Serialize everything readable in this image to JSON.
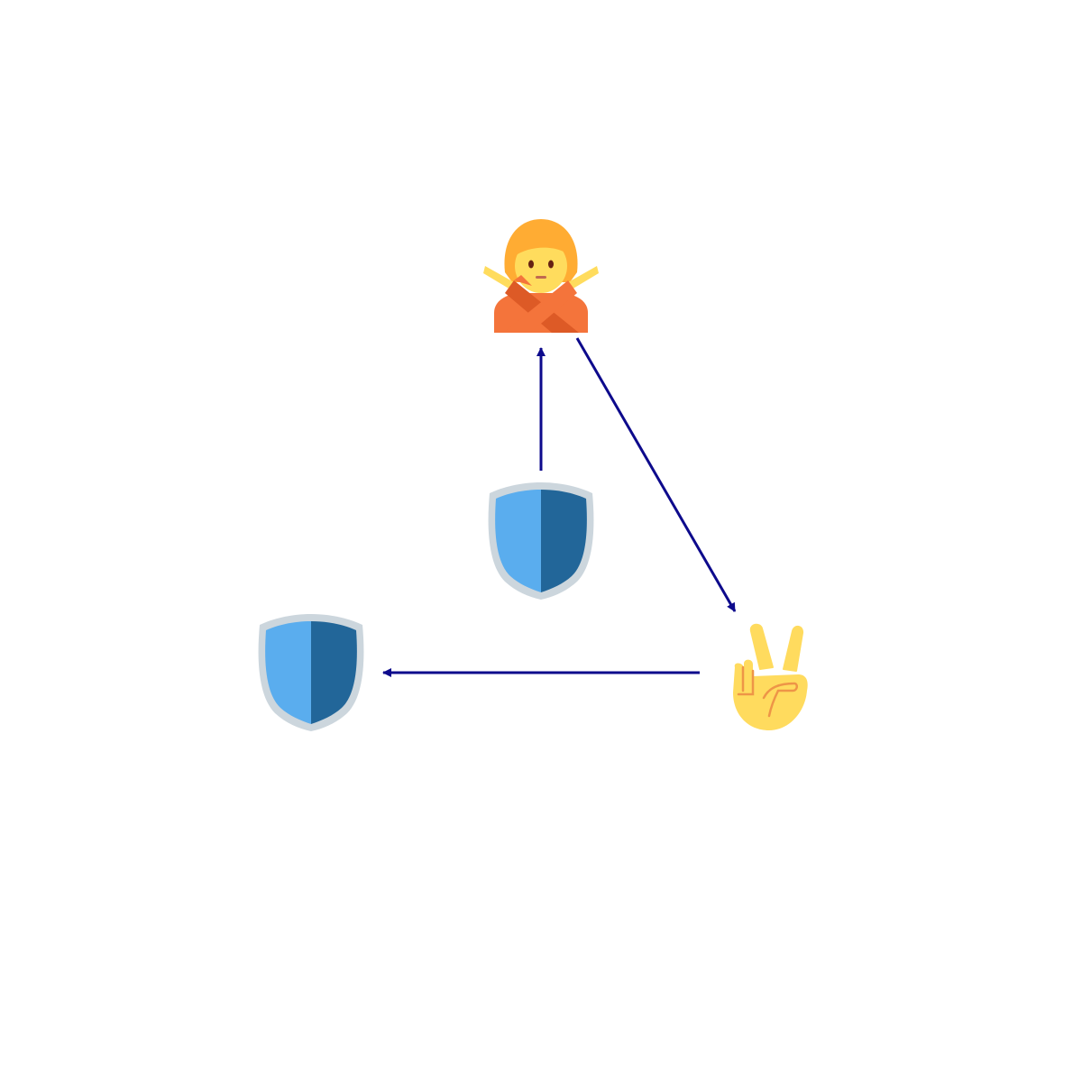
{
  "diagram": {
    "nodes": [
      {
        "id": "person-gesturing-no",
        "icon": "person-gesturing-no-icon"
      },
      {
        "id": "victory-hand",
        "icon": "victory-hand-icon"
      },
      {
        "id": "shield-center",
        "icon": "shield-icon"
      },
      {
        "id": "shield-left",
        "icon": "shield-icon"
      }
    ],
    "edges": [
      {
        "from": "shield-center",
        "to": "person-gesturing-no"
      },
      {
        "from": "person-gesturing-no",
        "to": "victory-hand"
      },
      {
        "from": "victory-hand",
        "to": "shield-left"
      }
    ],
    "colors": {
      "arrow": "#0d0a8c",
      "shield_light": "#5aadee",
      "shield_dark": "#226699",
      "shield_rim": "#ccd6dd",
      "hand": "#ffdb5e",
      "hand_line": "#ee9547",
      "hair": "#ffac33",
      "skin": "#ffdc5d",
      "shirt": "#f4743b",
      "shirt_dark": "#dd5a26"
    }
  }
}
